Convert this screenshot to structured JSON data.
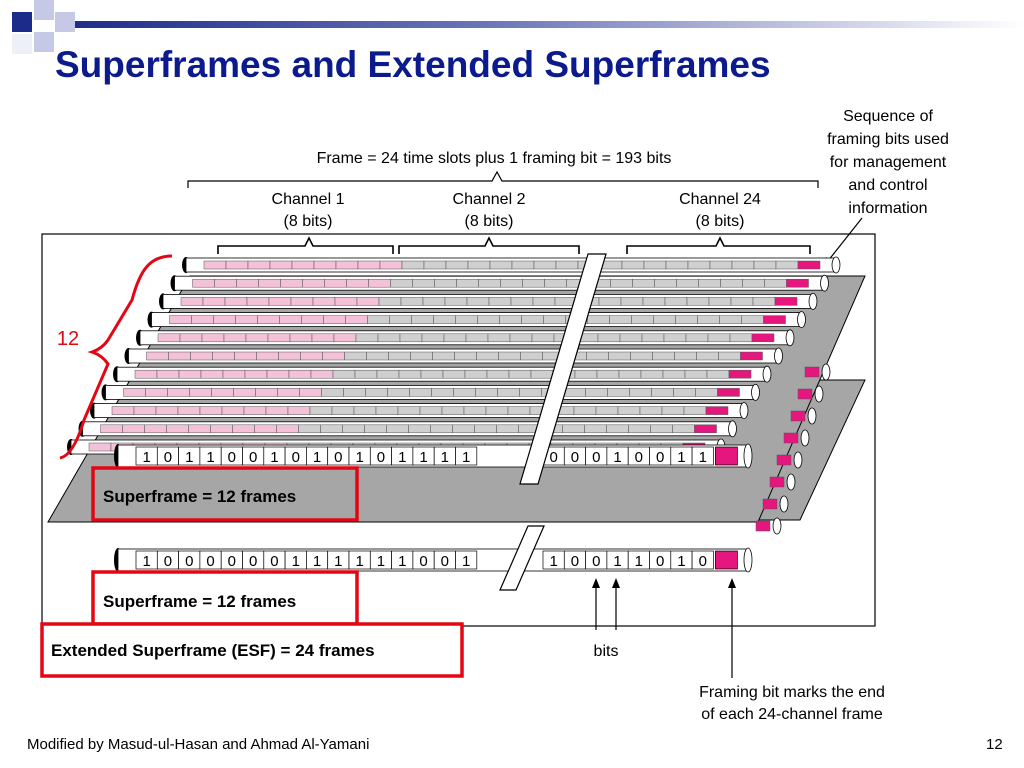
{
  "slide": {
    "title": "Superframes and Extended Superframes",
    "footer_left": "Modified by Masud-ul-Hasan and Ahmad Al-Yamani",
    "page_number": "12"
  },
  "diagram": {
    "frame_caption": "Frame = 24 time slots plus 1 framing bit = 193 bits",
    "channels": [
      {
        "name": "Channel 1",
        "bits": "(8 bits)"
      },
      {
        "name": "Channel 2",
        "bits": "(8 bits)"
      },
      {
        "name": "Channel 24",
        "bits": "(8 bits)"
      }
    ],
    "framing_note_lines": [
      "Sequence of",
      "framing bits used",
      "for management",
      "and control",
      "information"
    ],
    "count_label": "12",
    "row1_bits": [
      "1",
      "0",
      "1",
      "1",
      "0",
      "0",
      "1",
      "0",
      "1",
      "0",
      "1",
      "0",
      "1",
      "1",
      "1",
      "1"
    ],
    "row1_bits_right": [
      "0",
      "0",
      "0",
      "1",
      "0",
      "0",
      "1",
      "1"
    ],
    "row2_bits": [
      "1",
      "0",
      "0",
      "0",
      "0",
      "0",
      "0",
      "1",
      "1",
      "1",
      "1",
      "1",
      "1",
      "0",
      "0",
      "1"
    ],
    "row2_bits_right": [
      "1",
      "0",
      "0",
      "1",
      "1",
      "0",
      "1",
      "0"
    ],
    "superframe_label": "Superframe = 12 frames",
    "esf_label": "Extended Superframe (ESF) = 24 frames",
    "bits_label": "bits",
    "framing_bit_note_lines": [
      "Framing bit marks the end",
      "of each 24-channel frame"
    ],
    "colors": {
      "title": "#0b1a8c",
      "channel_pink": "#f4c2d8",
      "channel_gray": "#cfcfcf",
      "framing_magenta": "#e5177e",
      "plate_gray": "#a0a0a0",
      "highlight_red": "#e30613",
      "brace_red": "#e30613"
    }
  }
}
